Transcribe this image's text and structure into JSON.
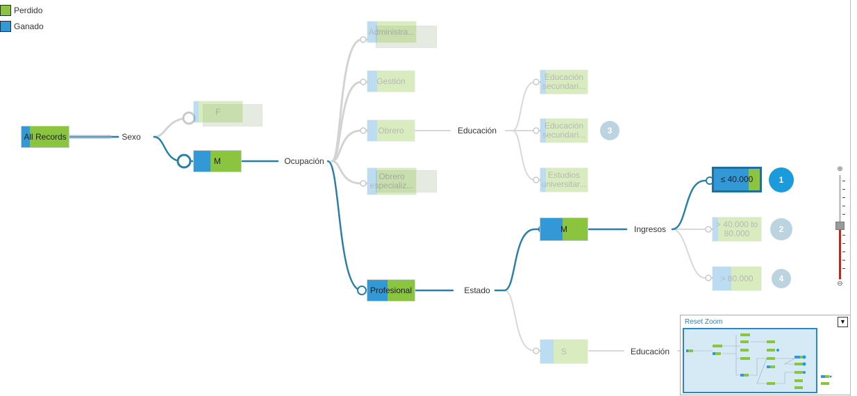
{
  "legend": [
    {
      "label": "Perdido",
      "color": "#8bc53f"
    },
    {
      "label": "Ganado",
      "color": "#3398d6"
    }
  ],
  "fields": {
    "sexo": "Sexo",
    "ocupacion": "Ocupación",
    "educacion_obrero": "Educación",
    "estado": "Estado",
    "ingresos": "Ingresos",
    "educacion_s": "Educación"
  },
  "nodes": {
    "root": {
      "label": "All Records",
      "ganado": 0.18
    },
    "f": {
      "label": "F",
      "ganado": 0.1
    },
    "m": {
      "label": "M",
      "ganado": 0.35
    },
    "administra": {
      "label": "Administra...",
      "ganado": 0.2
    },
    "gestion": {
      "label": "Gestión",
      "ganado": 0.2
    },
    "obrero": {
      "label": "Obrero",
      "ganado": 0.2
    },
    "obrero_esp": {
      "label": "Obrero especializ...",
      "ganado": 0.2
    },
    "profesional": {
      "label": "Profesional",
      "ganado": 0.42
    },
    "edu_sec1": {
      "label": "Educación secundari...",
      "ganado": 0.12
    },
    "edu_sec2": {
      "label": "Educación secundari...",
      "ganado": 0.12
    },
    "estudios": {
      "label": "Estudios universitar...",
      "ganado": 0.12
    },
    "estado_m": {
      "label": "M",
      "ganado": 0.47
    },
    "estado_s": {
      "label": "S",
      "ganado": 0.28
    },
    "ing_1": {
      "label": "≤ 40.000",
      "ganado": 0.75
    },
    "ing_2": {
      "label": "> 40.000 to 80.000",
      "ganado": 0.12
    },
    "ing_3": {
      "label": "> 80.000",
      "ganado": 0.38
    }
  },
  "badges": {
    "b3": "3",
    "b1": "1",
    "b2": "2",
    "b4": "4"
  },
  "minimap": {
    "reset_label": "Reset Zoom",
    "collapse_icon": "▼"
  },
  "zoom": {
    "level": 0.5,
    "zoom_in_icon": "⊕",
    "zoom_out_icon": "⊖"
  },
  "colors": {
    "active_path": "#2a7fa6",
    "inactive_path": "#d3d3d3",
    "ganado": "#3398d6",
    "perdido": "#8bc53f"
  }
}
